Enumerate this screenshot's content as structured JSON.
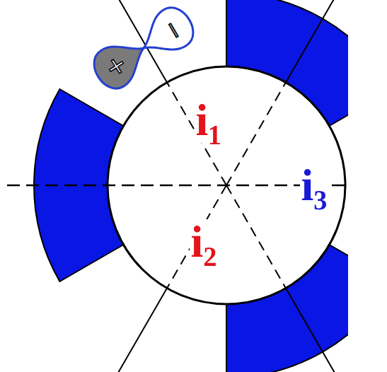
{
  "diagram": {
    "labels": [
      "i₁",
      "i₂",
      "i₃",
      "+",
      "−"
    ]
  }
}
